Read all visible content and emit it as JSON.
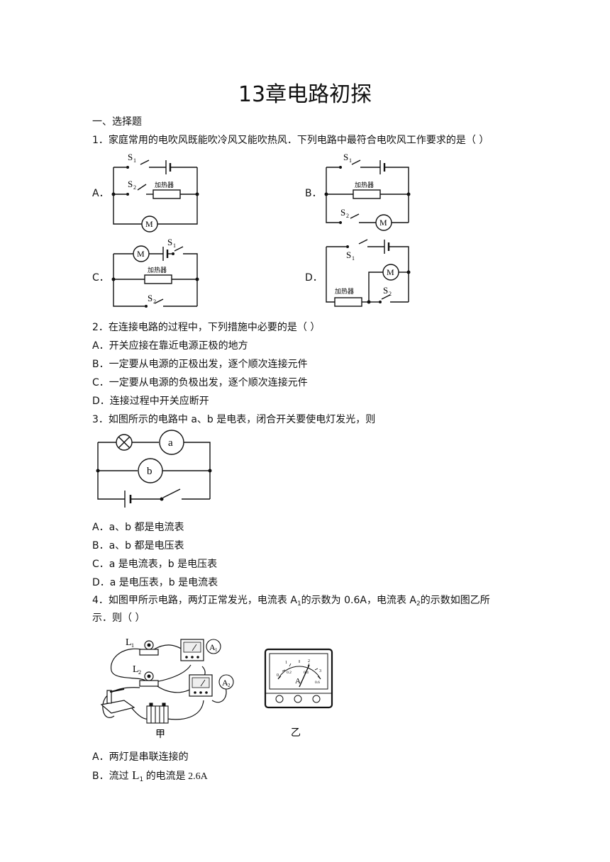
{
  "doc": {
    "title": "13章电路初探",
    "section": "一、选择题"
  },
  "q1": {
    "stem": "1．家庭常用的电吹风既能吹冷风又能吹热风．下列电路中最符合电吹风工作要求的是（    ）",
    "optA": "A．",
    "optB": "B．",
    "optC": "C．",
    "optD": "D．",
    "heater": "加热器",
    "motor": "M",
    "s1": "S",
    "s2": "S",
    "sub1": "1",
    "sub2": "2"
  },
  "q2": {
    "stem": "2．在连接电路的过程中，下列措施中必要的是（        ）",
    "a": "A．开关应接在靠近电源正极的地方",
    "b": "B．一定要从电源的正极出发，逐个顺次连接元件",
    "c": "C．一定要从电源的负极出发，逐个顺次连接元件",
    "d": "D．连接过程中开关应断开"
  },
  "q3": {
    "stem": "3．如图所示的电路中 a、b 是电表，闭合开关要使电灯发光，则",
    "meter_a": "a",
    "meter_b": "b",
    "a": "A．a、b 都是电流表",
    "b": "B．a、b 都是电压表",
    "c": "C．a 是电流表，b 是电压表",
    "d": "D．a 是电压表，b 是电流表"
  },
  "q4": {
    "stem1_pre": "4．如图甲所示电路，两灯正常发光，电流表 A",
    "stem1_sub1": "1",
    "stem1_mid": "的示数为 0.6A，电流表 A",
    "stem1_sub2": "2",
    "stem1_post": "的示数如图乙所",
    "stem2": "示．则（        ）",
    "L": "L",
    "A": "A",
    "sub1": "1",
    "sub2": "2",
    "fig_jia": "甲",
    "fig_yi": "乙",
    "scale_0": "0",
    "scale_1": "1",
    "scale_2": "2",
    "scale_3": "3",
    "scale_02": "0.2",
    "scale_04": "0.4",
    "scale_06": "0.6",
    "meter_unit": "A",
    "a": "A．两灯是串联连接的",
    "b_pre": "B．流过 ",
    "b_L": "L",
    "b_sub": "1",
    "b_post": " 的电流是 2.6A"
  }
}
